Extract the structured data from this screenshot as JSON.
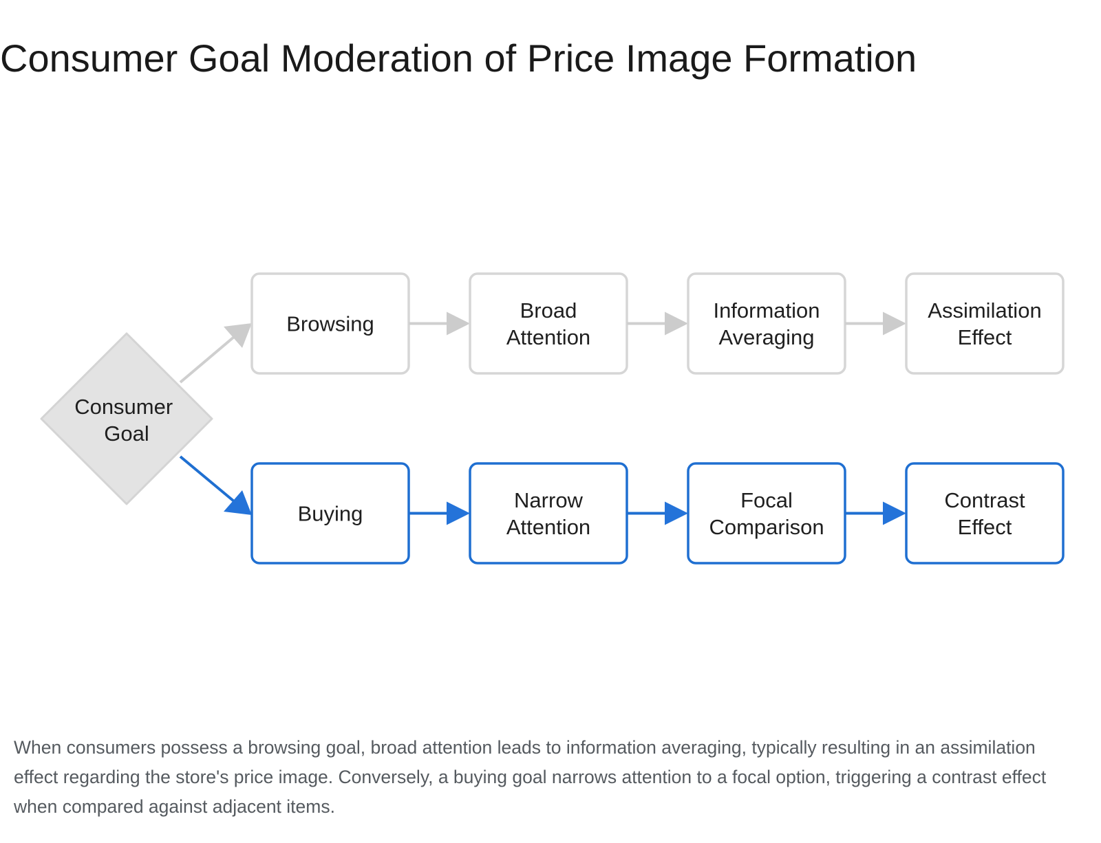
{
  "title": "Consumer Goal Moderation of Price Image Formation",
  "decision": {
    "lines": [
      "Consumer",
      "Goal"
    ]
  },
  "paths": {
    "browsing": {
      "stroke": "#cfcfcf",
      "arrow": "#cccccc",
      "nodes": [
        {
          "lines": [
            "Browsing"
          ]
        },
        {
          "lines": [
            "Broad",
            "Attention"
          ]
        },
        {
          "lines": [
            "Information",
            "Averaging"
          ]
        },
        {
          "lines": [
            "Assimilation",
            "Effect"
          ]
        }
      ]
    },
    "buying": {
      "stroke": "#1f6fd1",
      "arrow": "#2473d9",
      "nodes": [
        {
          "lines": [
            "Buying"
          ]
        },
        {
          "lines": [
            "Narrow",
            "Attention"
          ]
        },
        {
          "lines": [
            "Focal",
            "Comparison"
          ]
        },
        {
          "lines": [
            "Contrast",
            "Effect"
          ]
        }
      ]
    }
  },
  "colors": {
    "decision_fill": "#e3e3e3",
    "decision_stroke": "#d4d4d4",
    "top_box_stroke": "#d6d6d6",
    "bottom_box_stroke": "#1f6fd1"
  },
  "caption": "When consumers possess a browsing goal, broad attention leads to information averaging, typically resulting in an assimilation effect regarding the store's price image. Conversely, a buying goal narrows attention to a focal option, triggering a contrast effect when compared against adjacent items."
}
